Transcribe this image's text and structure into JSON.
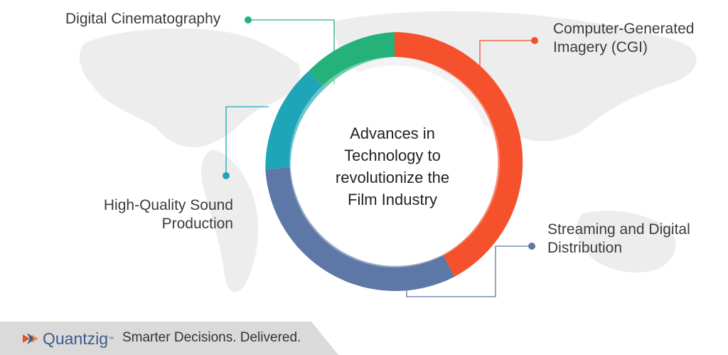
{
  "diagram": {
    "center_text": [
      "Advances in",
      "Technology to",
      "revolutionize the",
      "Film Industry"
    ],
    "segments": [
      {
        "label": "Digital Cinematography",
        "color": "#25b27a"
      },
      {
        "label": "Computer-Generated Imagery (CGI)",
        "color": "#f4512c"
      },
      {
        "label": "Streaming and Digital Distribution",
        "color": "#5d78a6"
      },
      {
        "label": "High-Quality Sound Production",
        "color": "#1ea5b8"
      }
    ],
    "labels": {
      "cinema": "Digital Cinematography",
      "cgi_line1": "Computer-Generated",
      "cgi_line2": "Imagery (CGI)",
      "sound_line1": "High-Quality Sound",
      "sound_line2": "Production",
      "stream_line1": "Streaming and Digital",
      "stream_line2": "Distribution"
    }
  },
  "footer": {
    "brand": "Quantzig",
    "tm": "™",
    "tagline": "Smarter Decisions. Delivered."
  }
}
